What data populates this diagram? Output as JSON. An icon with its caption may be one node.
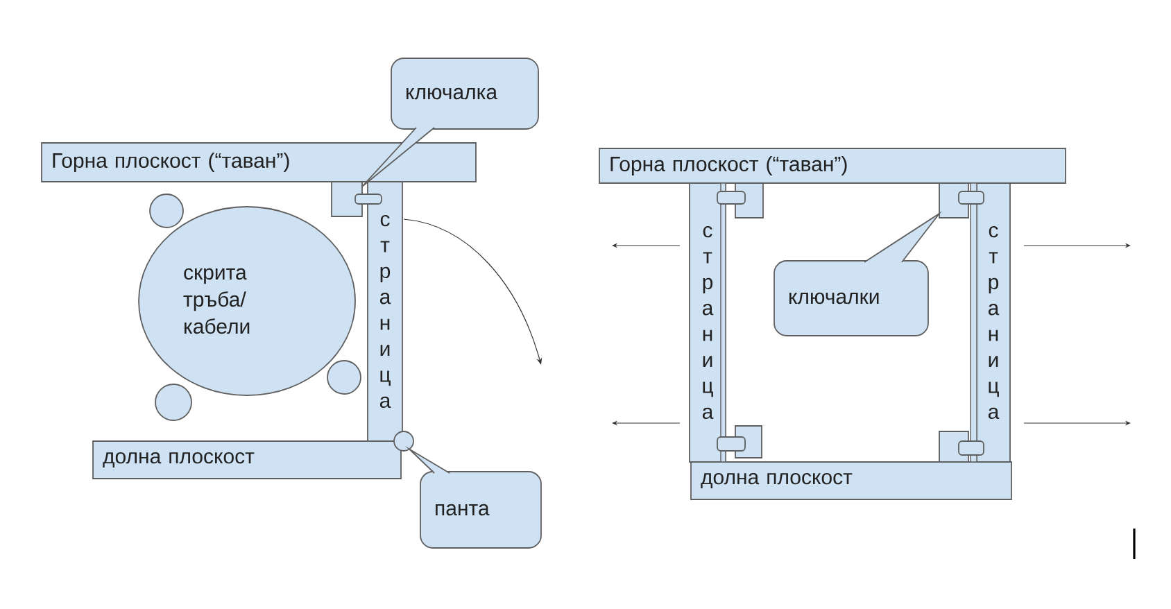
{
  "diagram": {
    "nodes": [
      {
        "text": [
          "ключалка"
        ]
      },
      {
        "text": [
          "Горна плоскост (“таван”)"
        ]
      },
      {
        "text": [],
        "shape": "box"
      },
      {
        "text": [],
        "shape": "box"
      },
      {
        "text": [
          "страница"
        ]
      },
      {
        "text": [],
        "shape": "circle"
      },
      {
        "text": [
          "скрита тръба/ кабели"
        ]
      },
      {
        "text": [],
        "shape": "circle"
      },
      {
        "text": [],
        "shape": "circle"
      },
      {
        "text": [
          "долна плоскост"
        ]
      },
      {
        "text": [],
        "shape": "circle"
      },
      {
        "text": [
          "панта"
        ]
      },
      {
        "text": [
          "Горна плоскост (“таван”)"
        ]
      },
      {
        "text": [
          "страница"
        ]
      },
      {
        "text": [
          "страница"
        ]
      },
      {
        "text": [],
        "shape": "box"
      },
      {
        "text": [],
        "shape": "box"
      },
      {
        "text": [],
        "shape": "box"
      },
      {
        "text": [],
        "shape": "box"
      },
      {
        "text": [
          "ключалки"
        ]
      },
      {
        "text": [],
        "shape": "box"
      },
      {
        "text": [],
        "shape": "box"
      },
      {
        "text": [],
        "shape": "box"
      },
      {
        "text": [],
        "shape": "box"
      },
      {
        "text": [
          "долна плоскост"
        ]
      }
    ],
    "edges": [
      {
        "from": 0,
        "to": 2,
        "arrow": "none"
      },
      {
        "from": 11,
        "to": 10,
        "arrow": "none"
      },
      {
        "from": 19,
        "to": 17,
        "arrow": "none"
      }
    ]
  }
}
